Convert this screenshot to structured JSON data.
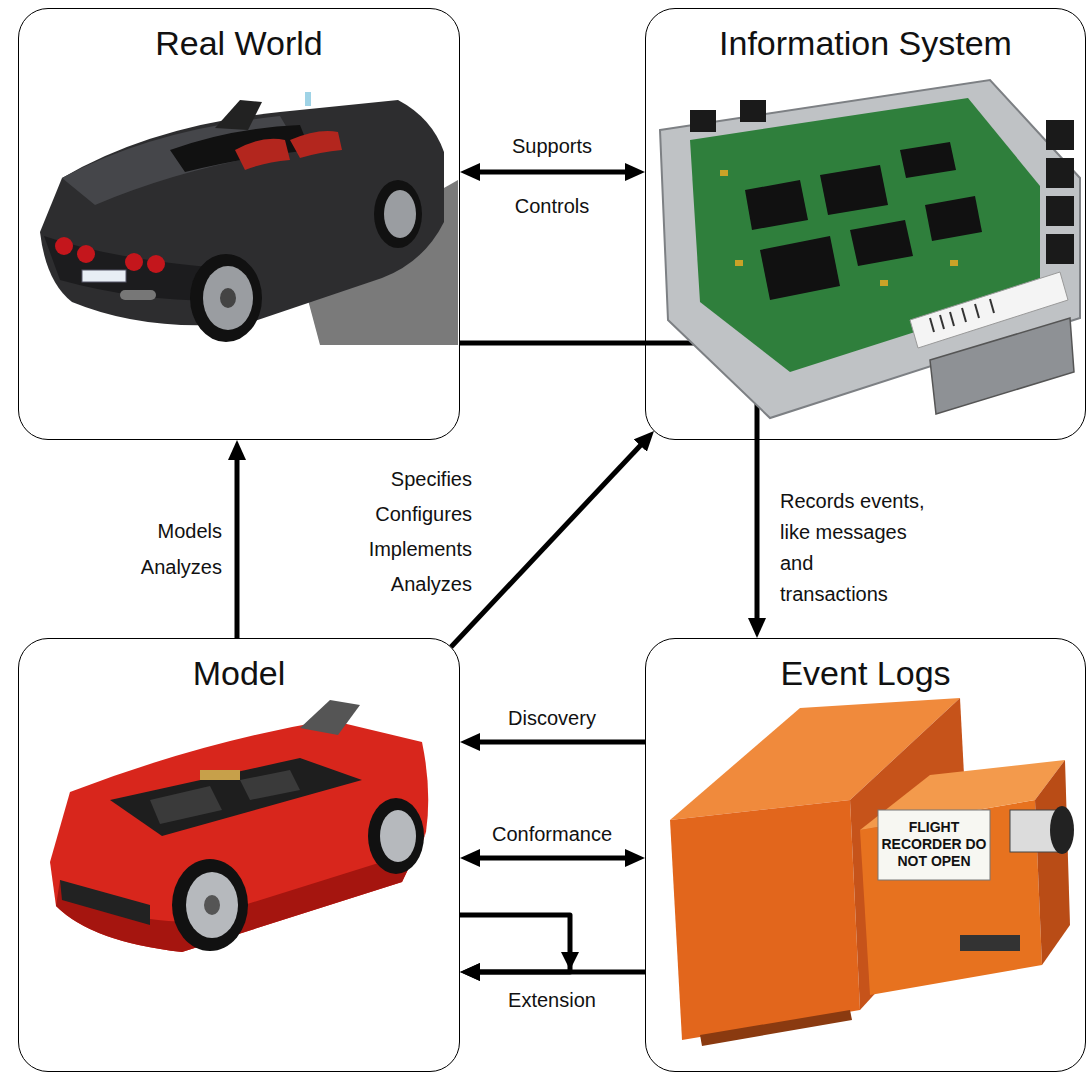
{
  "diagram": {
    "nodes": [
      {
        "text": [
          "Real World"
        ]
      },
      {
        "text": [
          "Information System"
        ]
      },
      {
        "text": [
          "Model"
        ]
      },
      {
        "text": [
          "Event Logs"
        ]
      }
    ],
    "edges": [
      {
        "from": 0,
        "to": 1,
        "arrow": "both",
        "label": "Supports"
      },
      {
        "from": 2,
        "to": 0,
        "arrow": "to",
        "label": "Models Analyzes"
      },
      {
        "from": 2,
        "to": 1,
        "arrow": "to",
        "label": "Specifies Configures Implements Analyzes"
      },
      {
        "from": 0,
        "to": 3,
        "arrow": "to",
        "label": "Records events, like messages and transactions"
      },
      {
        "from": 3,
        "to": 2,
        "arrow": "to",
        "label": "Discovery"
      },
      {
        "from": 2,
        "to": 3,
        "arrow": "both",
        "label": "Conformance"
      },
      {
        "from": 3,
        "to": 2,
        "arrow": "to",
        "label": "Extension"
      },
      {
        "from": 2,
        "to": 2,
        "arrow": "to"
      }
    ],
    "labels": [
      "Controls",
      "FLIGHT RECORDER DO NOT OPEN"
    ]
  }
}
